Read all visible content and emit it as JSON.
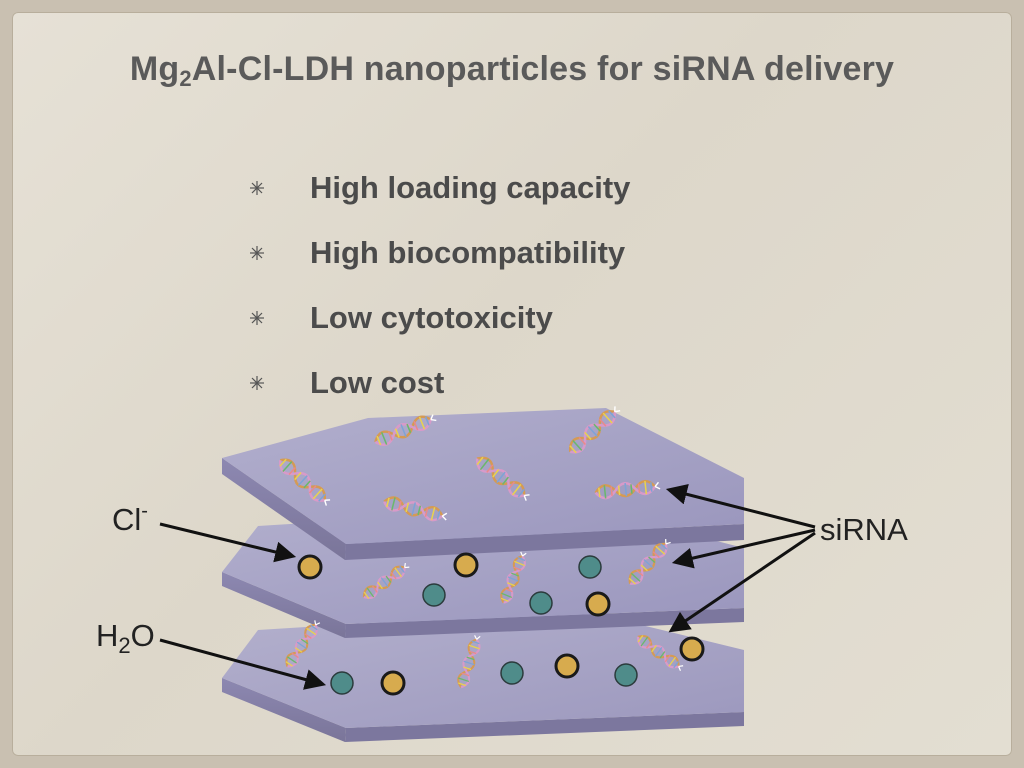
{
  "title": {
    "main": "Mg",
    "sub": "2",
    "rest": "Al-Cl-LDH nanoparticles for siRNA delivery"
  },
  "bullets": [
    "High loading capacity",
    "High biocompatibility",
    "Low cytotoxicity",
    "Low cost"
  ],
  "labels": {
    "cl": "Cl",
    "cl_sup": "-",
    "h2o_h": "H",
    "h2o_sub": "2",
    "h2o_o": "O",
    "sirna": "siRNA"
  },
  "colors": {
    "layer_top": "#a5a1c3",
    "layer_side": "#8e89b0",
    "ion_gold": "#d7ab4e",
    "water_teal": "#4f8c8a"
  }
}
